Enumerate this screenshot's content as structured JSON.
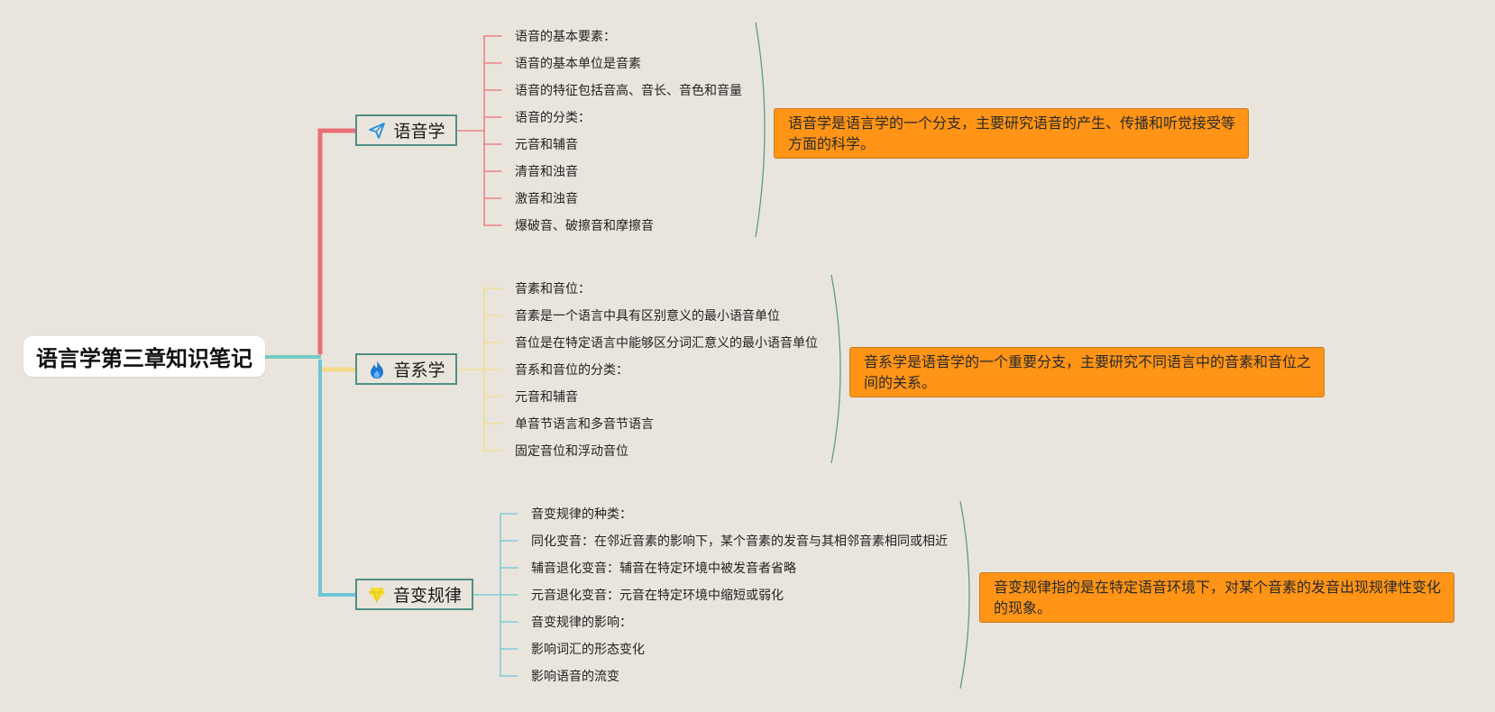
{
  "root": {
    "title": "语言学第三章知识笔记"
  },
  "branches": [
    {
      "label": "语音学",
      "icon": "paper-plane-icon",
      "color": "#ea6f76",
      "items": [
        "语音的基本要素：",
        "语音的基本单位是音素",
        "语音的特征包括音高、音长、音色和音量",
        "语音的分类：",
        "元音和辅音",
        "清音和浊音",
        "激音和浊音",
        "爆破音、破擦音和摩擦音"
      ],
      "note": "语音学是语言学的一个分支，主要研究语音的产生、传播和听觉接受等方面的科学。"
    },
    {
      "label": "音系学",
      "icon": "fire-icon",
      "color": "#f5d98a",
      "items": [
        "音素和音位：",
        "音素是一个语言中具有区别意义的最小语音单位",
        "音位是在特定语言中能够区分词汇意义的最小语音单位",
        "音系和音位的分类：",
        "元音和辅音",
        "单音节语言和多音节语言",
        "固定音位和浮动音位"
      ],
      "note": "音系学是语音学的一个重要分支，主要研究不同语言中的音素和音位之间的关系。"
    },
    {
      "label": "音变规律",
      "icon": "gem-icon",
      "color": "#6cc6d8",
      "items": [
        "音变规律的种类：",
        "同化变音：在邻近音素的影响下，某个音素的发音与其相邻音素相同或相近",
        "辅音退化变音：辅音在特定环境中被发音者省略",
        "元音退化变音：元音在特定环境中缩短或弱化",
        "音变规律的影响：",
        "影响词汇的形态变化",
        "影响语音的流变"
      ],
      "note": "音变规律指的是在特定语音环境下，对某个音素的发音出现规律性变化的现象。"
    }
  ],
  "colors": {
    "background": "#e9e5dc",
    "root_connector": "#74cbc2",
    "branch_border": "#4f8f86",
    "note_fill": "#ff9417",
    "brace": "#5d9b8d"
  }
}
